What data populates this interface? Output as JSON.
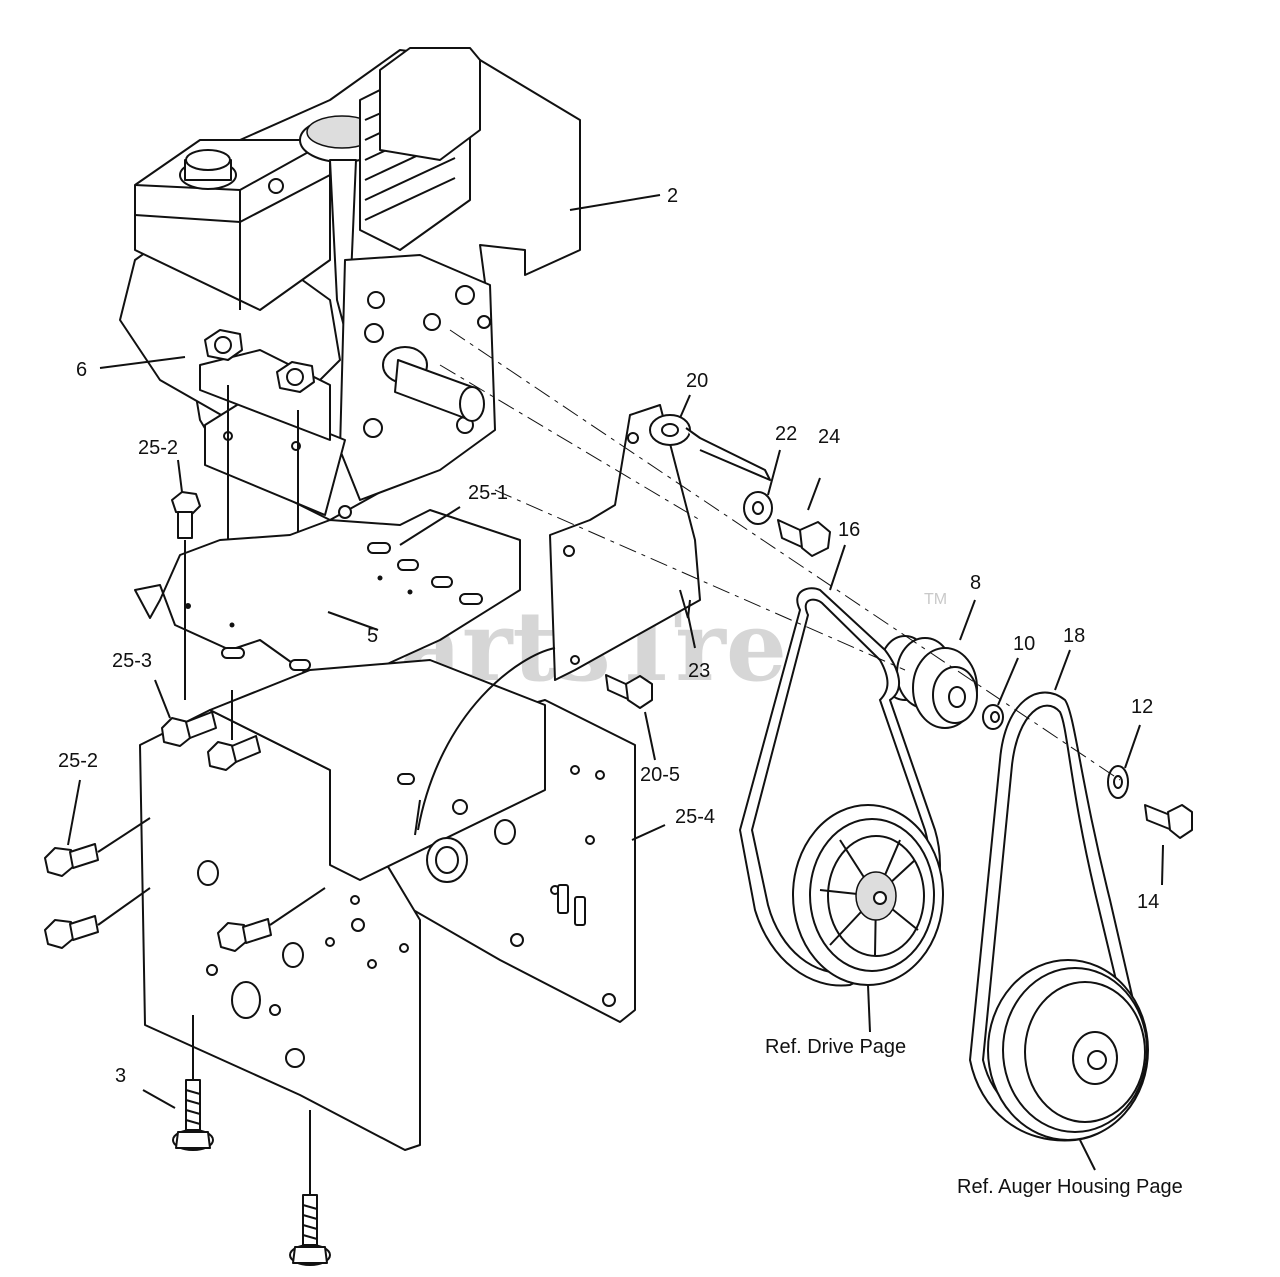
{
  "watermark": {
    "text": "PartsTree",
    "trademark": "TM"
  },
  "callouts": [
    {
      "id": "2",
      "label": "2"
    },
    {
      "id": "6",
      "label": "6"
    },
    {
      "id": "20",
      "label": "20"
    },
    {
      "id": "22",
      "label": "22"
    },
    {
      "id": "24",
      "label": "24"
    },
    {
      "id": "16",
      "label": "16"
    },
    {
      "id": "25-2a",
      "label": "25-2"
    },
    {
      "id": "25-1",
      "label": "25-1"
    },
    {
      "id": "8",
      "label": "8"
    },
    {
      "id": "10",
      "label": "10"
    },
    {
      "id": "18",
      "label": "18"
    },
    {
      "id": "5",
      "label": "5"
    },
    {
      "id": "23",
      "label": "23"
    },
    {
      "id": "25-3",
      "label": "25-3"
    },
    {
      "id": "12",
      "label": "12"
    },
    {
      "id": "20-5",
      "label": "20-5"
    },
    {
      "id": "25-2b",
      "label": "25-2"
    },
    {
      "id": "25-4",
      "label": "25-4"
    },
    {
      "id": "14",
      "label": "14"
    },
    {
      "id": "3",
      "label": "3"
    }
  ],
  "references": {
    "drive": "Ref. Drive Page",
    "auger": "Ref. Auger Housing Page"
  }
}
